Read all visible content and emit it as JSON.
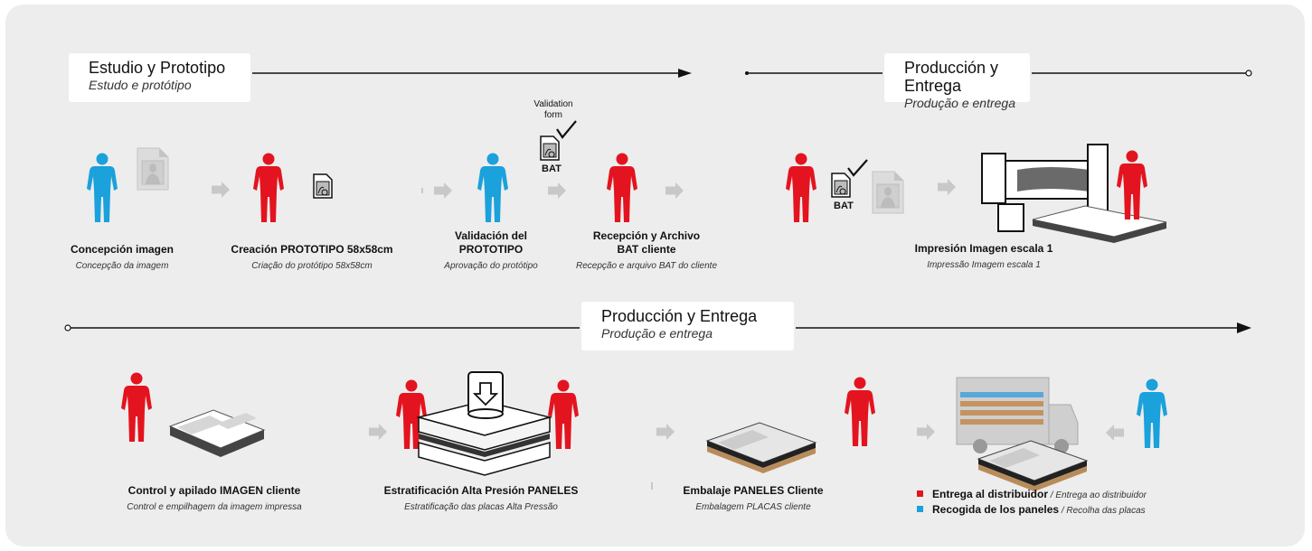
{
  "colors": {
    "panel": "#ededed",
    "client_red": "#e3141f",
    "distributor_blue": "#1ba1db",
    "arrow_gray": "#c8c8c8",
    "line": "#111111"
  },
  "sections": {
    "study": {
      "title": "Estudio y Prototipo",
      "subtitle": "Estudo e protótipo"
    },
    "production_top": {
      "title": "Producción y Entrega",
      "subtitle": "Produção e entrega"
    },
    "production_bottom": {
      "title": "Producción y Entrega",
      "subtitle": "Produção e entrega"
    }
  },
  "steps": {
    "s1": {
      "title": "Concepción imagen",
      "subtitle": "Concepção da imagem"
    },
    "s2": {
      "title": "Creación PROTOTIPO 58x58cm",
      "subtitle": "Criação do protótipo 58x58cm"
    },
    "s3": {
      "title": "Validación del PROTOTIPO",
      "subtitle": "Aprovação do protótipo"
    },
    "s4": {
      "title": "Recepción y Archivo BAT cliente",
      "subtitle": "Recepção e arquivo BAT do cliente"
    },
    "s5": {
      "title": "Impresión Imagen escala 1",
      "subtitle": "Impressão Imagem escala 1"
    },
    "s6": {
      "title": "Control y apilado IMAGEN cliente",
      "subtitle": "Control e empilhagem da imagem impressa"
    },
    "s7": {
      "title": "Estratificación Alta Presión PANELES",
      "subtitle": "Estratificação das placas Alta Pressão"
    },
    "s8": {
      "title": "Embalaje PANELES Cliente",
      "subtitle": "Embalagem PLACAS cliente"
    }
  },
  "validation_form": "Validation form",
  "bat_label": "BAT",
  "legend": {
    "delivery": {
      "es": "Entrega al distribuidor",
      "pt": " / Entrega ao distribuidor"
    },
    "pickup": {
      "es": "Recogida de los paneles",
      "pt": " / Recolha das placas"
    }
  }
}
